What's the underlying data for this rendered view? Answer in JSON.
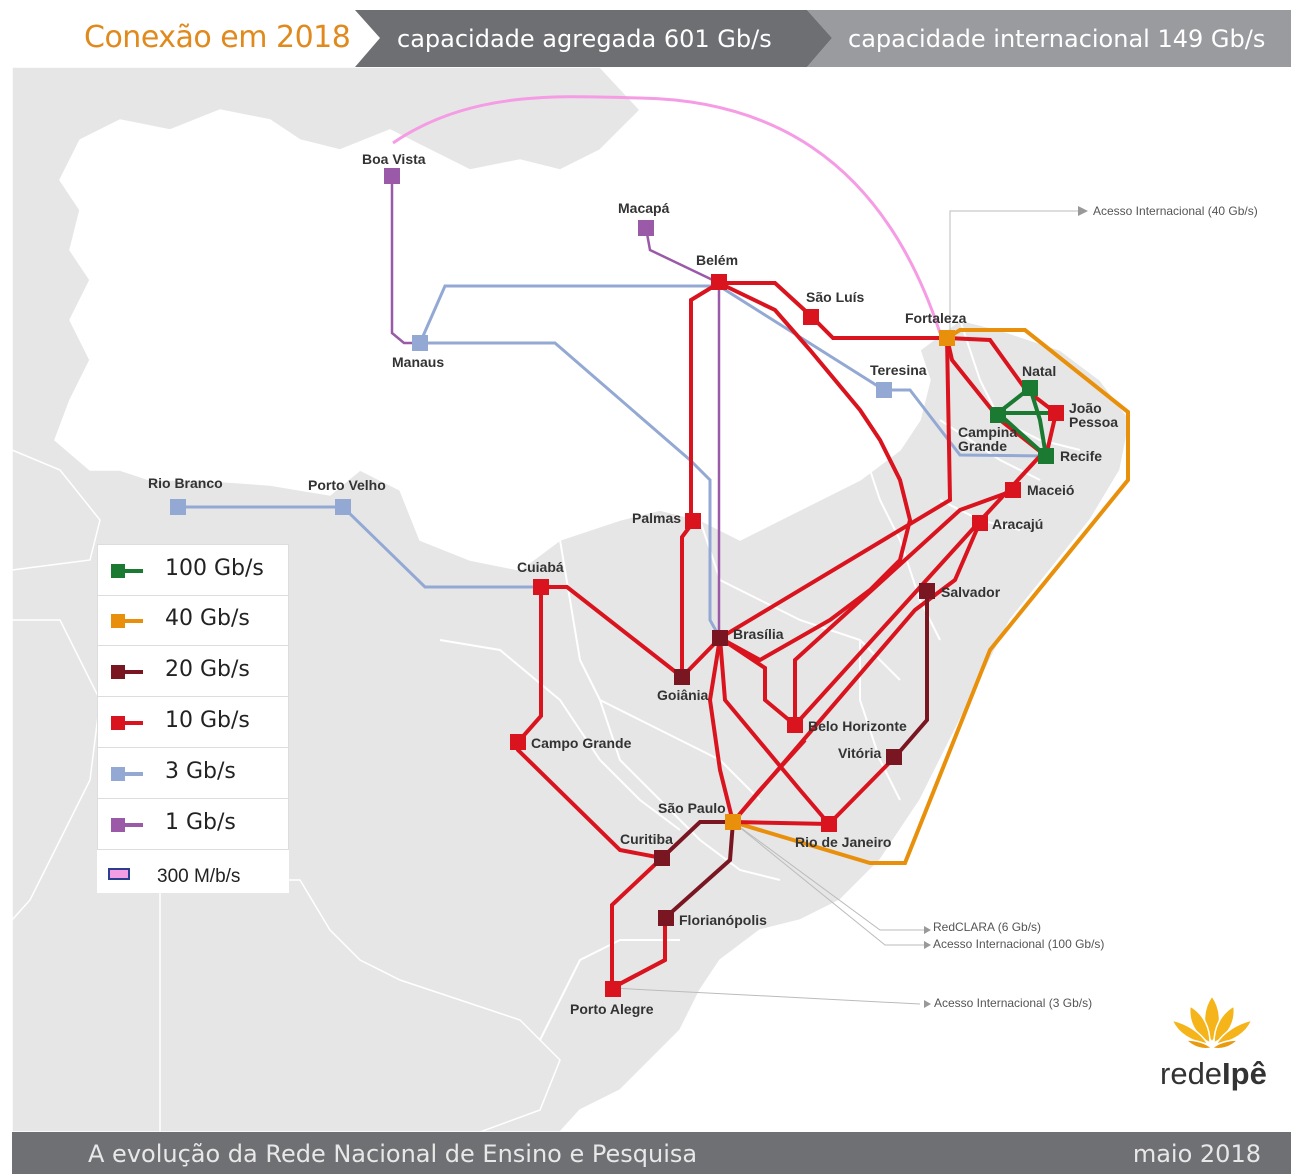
{
  "header": {
    "title": "Conexão em 2018",
    "aggregate": "capacidade agregada 601 Gb/s",
    "international": "capacidade internacional 149 Gb/s"
  },
  "footer": {
    "left": "A evolução da Rede Nacional de Ensino e Pesquisa",
    "right": "maio 2018"
  },
  "colors": {
    "100": "#1a7a32",
    "40": "#e8900c",
    "20": "#7a1622",
    "10": "#d9141e",
    "3": "#93a9d4",
    "1": "#9a5aa8",
    "300": "#f59ce4",
    "map_land": "#e6e6e6",
    "map_line": "#ffffff"
  },
  "legend": [
    {
      "label": "100 Gb/s",
      "color": "#1a7a32"
    },
    {
      "label": "40 Gb/s",
      "color": "#e8900c"
    },
    {
      "label": "20 Gb/s",
      "color": "#7a1622"
    },
    {
      "label": "10 Gb/s",
      "color": "#d9141e"
    },
    {
      "label": "3 Gb/s",
      "color": "#93a9d4"
    },
    {
      "label": "1 Gb/s",
      "color": "#9a5aa8"
    },
    {
      "label": "300 M/b/s",
      "color": "#f59ce4"
    }
  ],
  "cities": {
    "boa_vista": "Boa Vista",
    "macapa": "Macapá",
    "belem": "Belém",
    "sao_luis": "São Luís",
    "fortaleza": "Fortaleza",
    "manaus": "Manaus",
    "teresina": "Teresina",
    "natal": "Natal",
    "joao_pessoa_1": "João",
    "joao_pessoa_2": "Pessoa",
    "campina_1": "Campina",
    "campina_2": "Grande",
    "recife": "Recife",
    "maceio": "Maceió",
    "aracaju": "Aracajú",
    "rio_branco": "Rio Branco",
    "porto_velho": "Porto Velho",
    "palmas": "Palmas",
    "cuiaba": "Cuiabá",
    "brasilia": "Brasília",
    "salvador": "Salvador",
    "goiania": "Goiânia",
    "belo_horizonte": "Belo Horizonte",
    "vitoria": "Vitória",
    "campo_grande": "Campo Grande",
    "sao_paulo": "São Paulo",
    "rio_de_janeiro": "Rio de Janeiro",
    "curitiba": "Curitiba",
    "florianopolis": "Florianópolis",
    "porto_alegre": "Porto Alegre"
  },
  "notes": {
    "fortaleza_intl": "Acesso Internacional (40 Gb/s)",
    "redclara": "RedCLARA (6 Gb/s)",
    "sp_intl": "Acesso Internacional (100 Gb/s)",
    "poa_intl": "Acesso Internacional (3 Gb/s)"
  },
  "logo": {
    "name_light": "rede",
    "name_bold": "Ipê"
  }
}
